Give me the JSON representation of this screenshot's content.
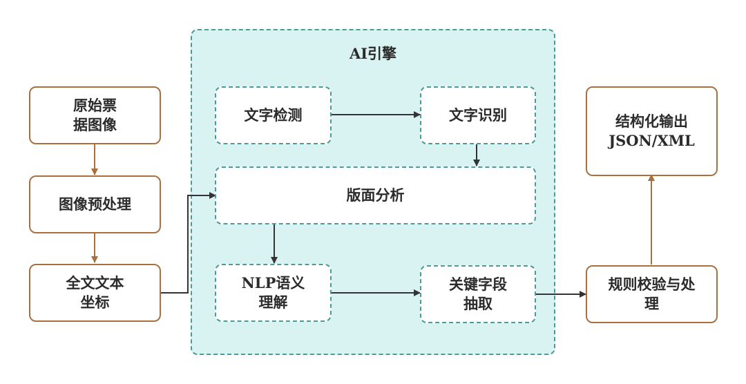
{
  "diagram": {
    "engine_group": {
      "title": "AI引擎"
    },
    "nodes": {
      "raw_image": "原始票\n据图像",
      "preprocess": "图像预处理",
      "fulltext": "全文文本\n坐标",
      "text_detect": "文字检测",
      "text_recog": "文字识别",
      "layout": "版面分析",
      "nlp": "NLP语义\n理解",
      "key_field": "关键字段\n抽取",
      "rule_check": "规则校验与处\n理",
      "output": "结构化输出\nJSON/XML"
    },
    "edges": [
      {
        "from": "raw_image",
        "to": "preprocess"
      },
      {
        "from": "preprocess",
        "to": "fulltext"
      },
      {
        "from": "fulltext",
        "to": "layout"
      },
      {
        "from": "text_detect",
        "to": "text_recog"
      },
      {
        "from": "text_recog",
        "to": "layout"
      },
      {
        "from": "layout",
        "to": "nlp"
      },
      {
        "from": "nlp",
        "to": "key_field"
      },
      {
        "from": "key_field",
        "to": "rule_check"
      },
      {
        "from": "rule_check",
        "to": "output"
      }
    ],
    "colors": {
      "outer_border": "#a8703f",
      "inner_border": "#4a9a96",
      "engine_fill": "#d9f3f2",
      "arrow_dark": "#333333",
      "arrow_brown": "#a8703f"
    }
  }
}
